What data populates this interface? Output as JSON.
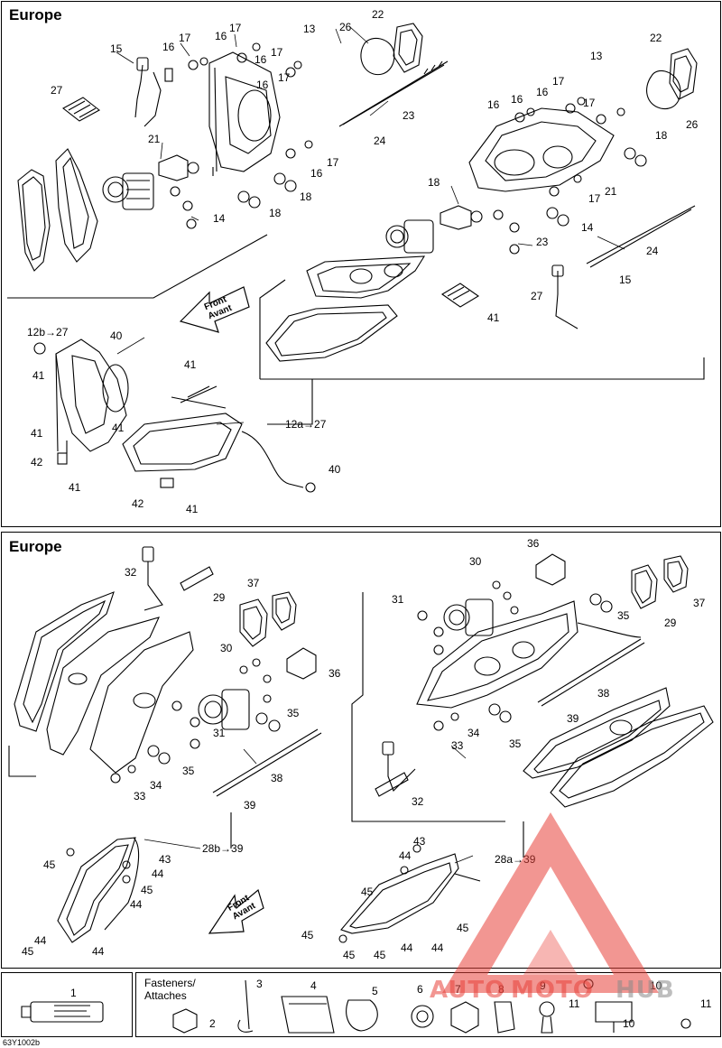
{
  "sections": {
    "top_title": "Europe",
    "bottom_title": "Europe"
  },
  "front_arrow_top": "Front\nAvant",
  "front_arrow_bottom": "Front\nAvant",
  "fasteners_title": "Fasteners/\nAttaches",
  "footer_code": "63Y1002b",
  "watermark": {
    "text_a": "AUTO",
    "text_b": "MOTO",
    "text_c": "HUB",
    "color_red": "#e8423a",
    "color_gray": "#8a8a8a"
  },
  "callouts_top": [
    "15",
    "16",
    "17",
    "16",
    "17",
    "16",
    "17",
    "13",
    "26",
    "22",
    "27",
    "21",
    "16",
    "17",
    "16",
    "17",
    "18",
    "14",
    "18",
    "23",
    "24",
    "13",
    "22",
    "17",
    "16",
    "17",
    "16",
    "26",
    "18",
    "16",
    "17",
    "21",
    "18",
    "14",
    "23",
    "24",
    "15",
    "27",
    "41",
    "12b→27",
    "40",
    "41",
    "41",
    "41",
    "41",
    "12a→27",
    "42",
    "41",
    "40",
    "42",
    "41"
  ],
  "callouts_bottom": [
    "32",
    "37",
    "29",
    "30",
    "36",
    "35",
    "29",
    "37",
    "31",
    "30",
    "36",
    "38",
    "39",
    "33",
    "34",
    "35",
    "35",
    "31",
    "33",
    "34",
    "35",
    "38",
    "39",
    "32",
    "28b→39",
    "43",
    "44",
    "45",
    "45",
    "44",
    "44",
    "45",
    "44",
    "43",
    "44",
    "28a→39",
    "45",
    "45",
    "45",
    "44",
    "44",
    "45",
    "45"
  ],
  "callouts_fasteners": [
    "1",
    "2",
    "3",
    "4",
    "5",
    "6",
    "7",
    "8",
    "9",
    "10",
    "11",
    "10",
    "11"
  ]
}
